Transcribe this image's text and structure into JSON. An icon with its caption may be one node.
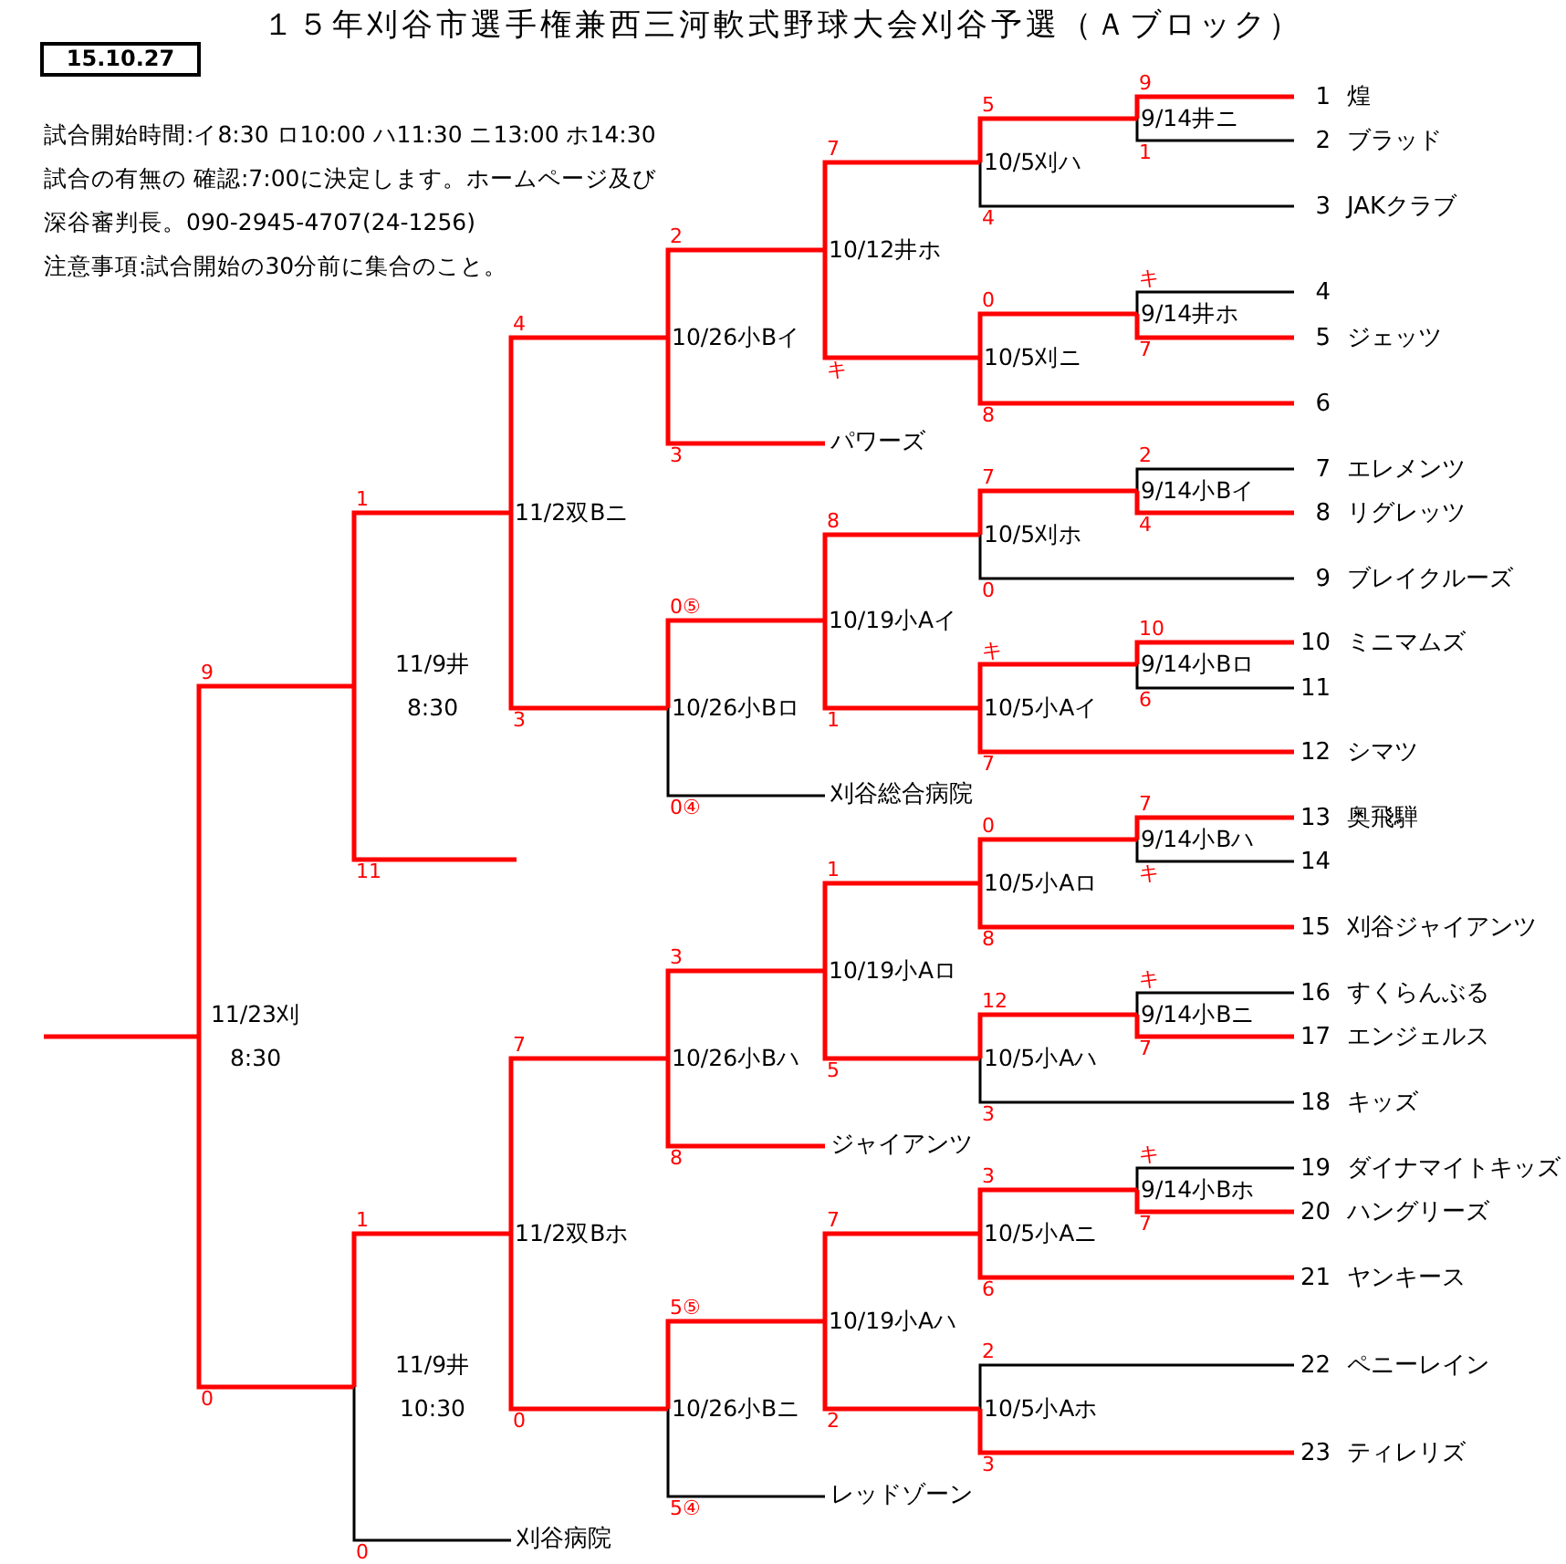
{
  "diagram": {
    "title": "１５年刈谷市選手権兼西三河軟式野球大会刈谷予選（Ａブロック）",
    "nodes": [
      {
        "text": [
          "1",
          "煌"
        ]
      },
      {
        "text": [
          "2",
          "ブラッド"
        ]
      },
      {
        "text": [
          "3",
          "JAKクラブ"
        ]
      },
      {
        "text": [
          "4"
        ]
      },
      {
        "text": [
          "5",
          "ジェッツ"
        ]
      },
      {
        "text": [
          "6"
        ]
      },
      {
        "text": [
          "7",
          "エレメンツ"
        ]
      },
      {
        "text": [
          "8",
          "リグレッツ"
        ]
      },
      {
        "text": [
          "9",
          "ブレイクルーズ"
        ]
      },
      {
        "text": [
          "10",
          "ミニマムズ"
        ]
      },
      {
        "text": [
          "11"
        ]
      },
      {
        "text": [
          "12",
          "シマツ"
        ]
      },
      {
        "text": [
          "13",
          "奥飛騨"
        ]
      },
      {
        "text": [
          "14"
        ]
      },
      {
        "text": [
          "15",
          "刈谷ジャイアンツ"
        ]
      },
      {
        "text": [
          "16",
          "すくらんぶる"
        ]
      },
      {
        "text": [
          "17",
          "エンジェルス"
        ]
      },
      {
        "text": [
          "18",
          "キッズ"
        ]
      },
      {
        "text": [
          "19",
          "ダイナマイトキッズ"
        ]
      },
      {
        "text": [
          "20",
          "ハングリーズ"
        ]
      },
      {
        "text": [
          "21",
          "ヤンキース"
        ]
      },
      {
        "text": [
          "22",
          "ペニーレイン"
        ]
      },
      {
        "text": [
          "23",
          "ティレリズ"
        ]
      },
      {
        "text": [
          "パワーズ"
        ]
      },
      {
        "text": [
          "刈谷総合病院"
        ]
      },
      {
        "text": [
          "ジャイアンツ"
        ]
      },
      {
        "text": [
          "レッドゾーン"
        ]
      },
      {
        "text": [
          "刈谷病院"
        ]
      },
      {
        "text": [
          "9/14井ニ"
        ]
      },
      {
        "text": [
          "10/5刈ハ"
        ]
      },
      {
        "text": [
          "9/14井ホ"
        ]
      },
      {
        "text": [
          "10/5刈ニ"
        ]
      },
      {
        "text": [
          "10/12井ホ"
        ]
      },
      {
        "text": [
          "10/26小Bイ"
        ]
      },
      {
        "text": [
          "9/14小Bイ"
        ]
      },
      {
        "text": [
          "10/5刈ホ"
        ]
      },
      {
        "text": [
          "9/14小Bロ"
        ]
      },
      {
        "text": [
          "10/5小Aイ"
        ]
      },
      {
        "text": [
          "10/19小Aイ"
        ]
      },
      {
        "text": [
          "10/26小Bロ"
        ]
      },
      {
        "text": [
          "11/2双Bニ"
        ]
      },
      {
        "text": [
          "11/9井",
          "8:30"
        ]
      },
      {
        "text": [
          "9/14小Bハ"
        ]
      },
      {
        "text": [
          "10/5小Aロ"
        ]
      },
      {
        "text": [
          "9/14小Bニ"
        ]
      },
      {
        "text": [
          "10/5小Aハ"
        ]
      },
      {
        "text": [
          "10/19小Aロ"
        ]
      },
      {
        "text": [
          "10/26小Bハ"
        ]
      },
      {
        "text": [
          "9/14小Bホ"
        ]
      },
      {
        "text": [
          "10/5小Aニ"
        ]
      },
      {
        "text": [
          "10/5小Aホ"
        ]
      },
      {
        "text": [
          "10/19小Aハ"
        ]
      },
      {
        "text": [
          "10/26小Bニ"
        ]
      },
      {
        "text": [
          "11/2双Bホ"
        ]
      },
      {
        "text": [
          "11/9井",
          "10:30"
        ]
      },
      {
        "text": [
          "11/23刈",
          "8:30"
        ]
      }
    ],
    "edges": [
      {
        "from": 0,
        "to": 28,
        "arrow": "none",
        "label": "9"
      },
      {
        "from": 1,
        "to": 28,
        "arrow": "none",
        "label": "1",
        "color": "#000000"
      },
      {
        "from": 28,
        "to": 29,
        "arrow": "none",
        "label": "5"
      },
      {
        "from": 2,
        "to": 29,
        "arrow": "none",
        "label": "4",
        "color": "#000000"
      },
      {
        "from": 3,
        "to": 30,
        "arrow": "none",
        "label": "キ",
        "color": "#000000"
      },
      {
        "from": 4,
        "to": 30,
        "arrow": "none",
        "label": "7"
      },
      {
        "from": 30,
        "to": 31,
        "arrow": "none",
        "label": "0"
      },
      {
        "from": 5,
        "to": 31,
        "arrow": "none",
        "label": "8"
      },
      {
        "from": 29,
        "to": 32,
        "arrow": "none",
        "label": "7"
      },
      {
        "from": 31,
        "to": 32,
        "arrow": "none",
        "label": "キ"
      },
      {
        "from": 32,
        "to": 33,
        "arrow": "none",
        "label": "2"
      },
      {
        "from": 23,
        "to": 33,
        "arrow": "none",
        "label": "3"
      },
      {
        "from": 6,
        "to": 34,
        "arrow": "none",
        "label": "2",
        "color": "#000000"
      },
      {
        "from": 7,
        "to": 34,
        "arrow": "none",
        "label": "4"
      },
      {
        "from": 34,
        "to": 35,
        "arrow": "none",
        "label": "7"
      },
      {
        "from": 8,
        "to": 35,
        "arrow": "none",
        "label": "0",
        "color": "#000000"
      },
      {
        "from": 9,
        "to": 36,
        "arrow": "none",
        "label": "10"
      },
      {
        "from": 10,
        "to": 36,
        "arrow": "none",
        "label": "6",
        "color": "#000000"
      },
      {
        "from": 36,
        "to": 37,
        "arrow": "none",
        "label": "キ"
      },
      {
        "from": 11,
        "to": 37,
        "arrow": "none",
        "label": "7"
      },
      {
        "from": 35,
        "to": 38,
        "arrow": "none",
        "label": "8"
      },
      {
        "from": 37,
        "to": 38,
        "arrow": "none",
        "label": "1"
      },
      {
        "from": 38,
        "to": 39,
        "arrow": "none",
        "label": "0⑤"
      },
      {
        "from": 24,
        "to": 39,
        "arrow": "none",
        "label": "0④",
        "color": "#000000"
      },
      {
        "from": 33,
        "to": 40,
        "arrow": "none",
        "label": "4"
      },
      {
        "from": 39,
        "to": 40,
        "arrow": "none",
        "label": "3"
      },
      {
        "from": 40,
        "to": 41,
        "arrow": "none",
        "label": "1"
      },
      {
        "from": null,
        "to": 41,
        "arrow": "none",
        "label": "11"
      },
      {
        "from": 12,
        "to": 42,
        "arrow": "none",
        "label": "7"
      },
      {
        "from": 13,
        "to": 42,
        "arrow": "none",
        "label": "キ",
        "color": "#000000"
      },
      {
        "from": 42,
        "to": 43,
        "arrow": "none",
        "label": "0"
      },
      {
        "from": 14,
        "to": 43,
        "arrow": "none",
        "label": "8"
      },
      {
        "from": 15,
        "to": 44,
        "arrow": "none",
        "label": "キ",
        "color": "#000000"
      },
      {
        "from": 16,
        "to": 44,
        "arrow": "none",
        "label": "7"
      },
      {
        "from": 44,
        "to": 45,
        "arrow": "none",
        "label": "12"
      },
      {
        "from": 17,
        "to": 45,
        "arrow": "none",
        "label": "3",
        "color": "#000000"
      },
      {
        "from": 43,
        "to": 46,
        "arrow": "none",
        "label": "1"
      },
      {
        "from": 45,
        "to": 46,
        "arrow": "none",
        "label": "5"
      },
      {
        "from": 46,
        "to": 47,
        "arrow": "none",
        "label": "3"
      },
      {
        "from": 25,
        "to": 47,
        "arrow": "none",
        "label": "8"
      },
      {
        "from": 18,
        "to": 48,
        "arrow": "none",
        "label": "キ",
        "color": "#000000"
      },
      {
        "from": 19,
        "to": 48,
        "arrow": "none",
        "label": "7"
      },
      {
        "from": 48,
        "to": 49,
        "arrow": "none",
        "label": "3"
      },
      {
        "from": 20,
        "to": 49,
        "arrow": "none",
        "label": "6"
      },
      {
        "from": 21,
        "to": 50,
        "arrow": "none",
        "label": "2",
        "color": "#000000"
      },
      {
        "from": 22,
        "to": 50,
        "arrow": "none",
        "label": "3"
      },
      {
        "from": 49,
        "to": 51,
        "arrow": "none",
        "label": "7"
      },
      {
        "from": 50,
        "to": 51,
        "arrow": "none",
        "label": "2"
      },
      {
        "from": 51,
        "to": 52,
        "arrow": "none",
        "label": "5⑤"
      },
      {
        "from": 26,
        "to": 52,
        "arrow": "none",
        "label": "5④",
        "color": "#000000"
      },
      {
        "from": 47,
        "to": 53,
        "arrow": "none",
        "label": "7"
      },
      {
        "from": 52,
        "to": 53,
        "arrow": "none",
        "label": "0"
      },
      {
        "from": 53,
        "to": 54,
        "arrow": "none",
        "label": "1"
      },
      {
        "from": 27,
        "to": 54,
        "arrow": "none",
        "label": "0",
        "color": "#000000"
      },
      {
        "from": 41,
        "to": 55,
        "arrow": "none",
        "label": "9"
      },
      {
        "from": 54,
        "to": 55,
        "arrow": "none",
        "label": "0"
      },
      {
        "from": 55,
        "to": null,
        "arrow": "none"
      }
    ],
    "labels": [
      "15.10.27",
      "試合開始時間:イ8:30 ロ10:00 ハ11:30 ニ13:00 ホ14:30",
      "試合の有無の 確認:7:00に決定します。ホームページ及び",
      "深谷審判長。090-2945-4707(24-1256)",
      "注意事項:試合開始の30分前に集合のこと。"
    ]
  }
}
